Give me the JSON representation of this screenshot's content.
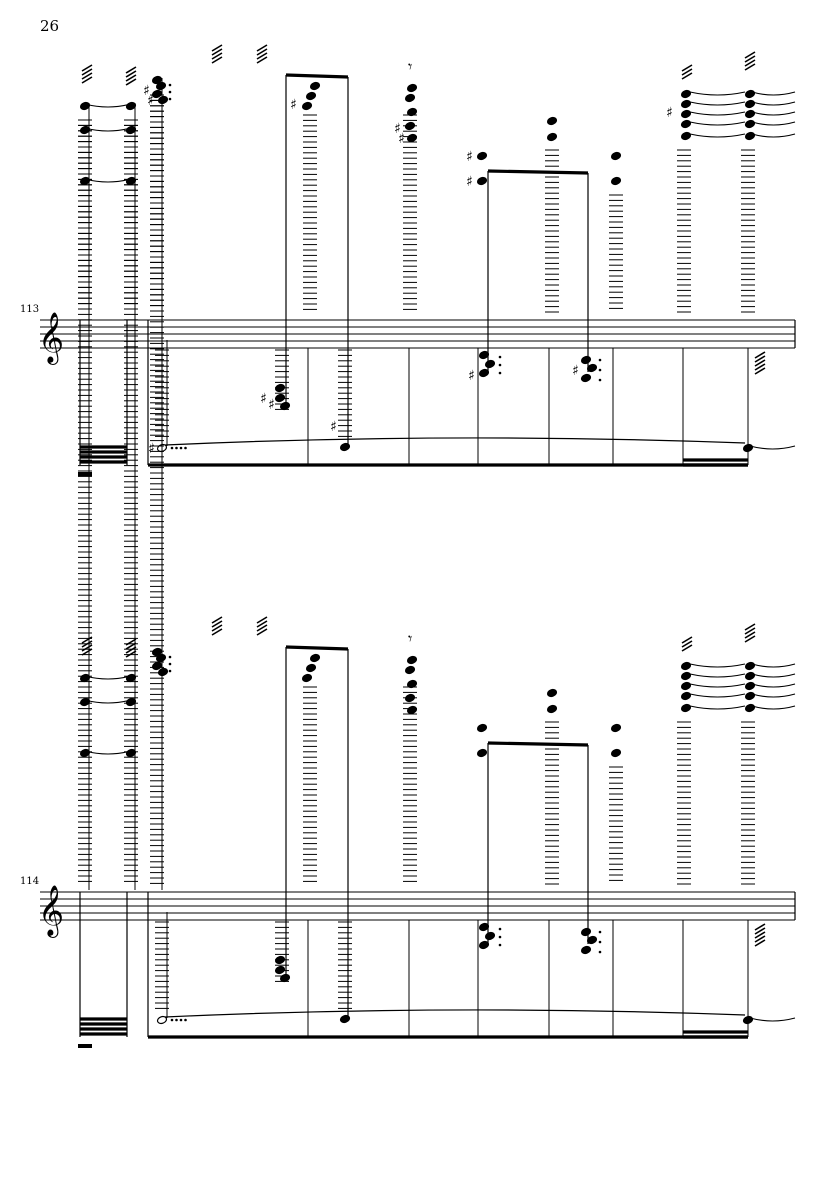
{
  "page_number": "26",
  "systems": [
    {
      "measure_number": "113",
      "clef": "treble"
    },
    {
      "measure_number": "114",
      "clef": "treble"
    }
  ],
  "accidental_sharp": "♯",
  "accidental_natural": "♮",
  "eighth_rest": "𝄾",
  "icons": {
    "clef": "treble-clef-icon",
    "notehead": "notehead-icon"
  },
  "colors": {
    "ink": "#000000",
    "paper": "#ffffff"
  }
}
